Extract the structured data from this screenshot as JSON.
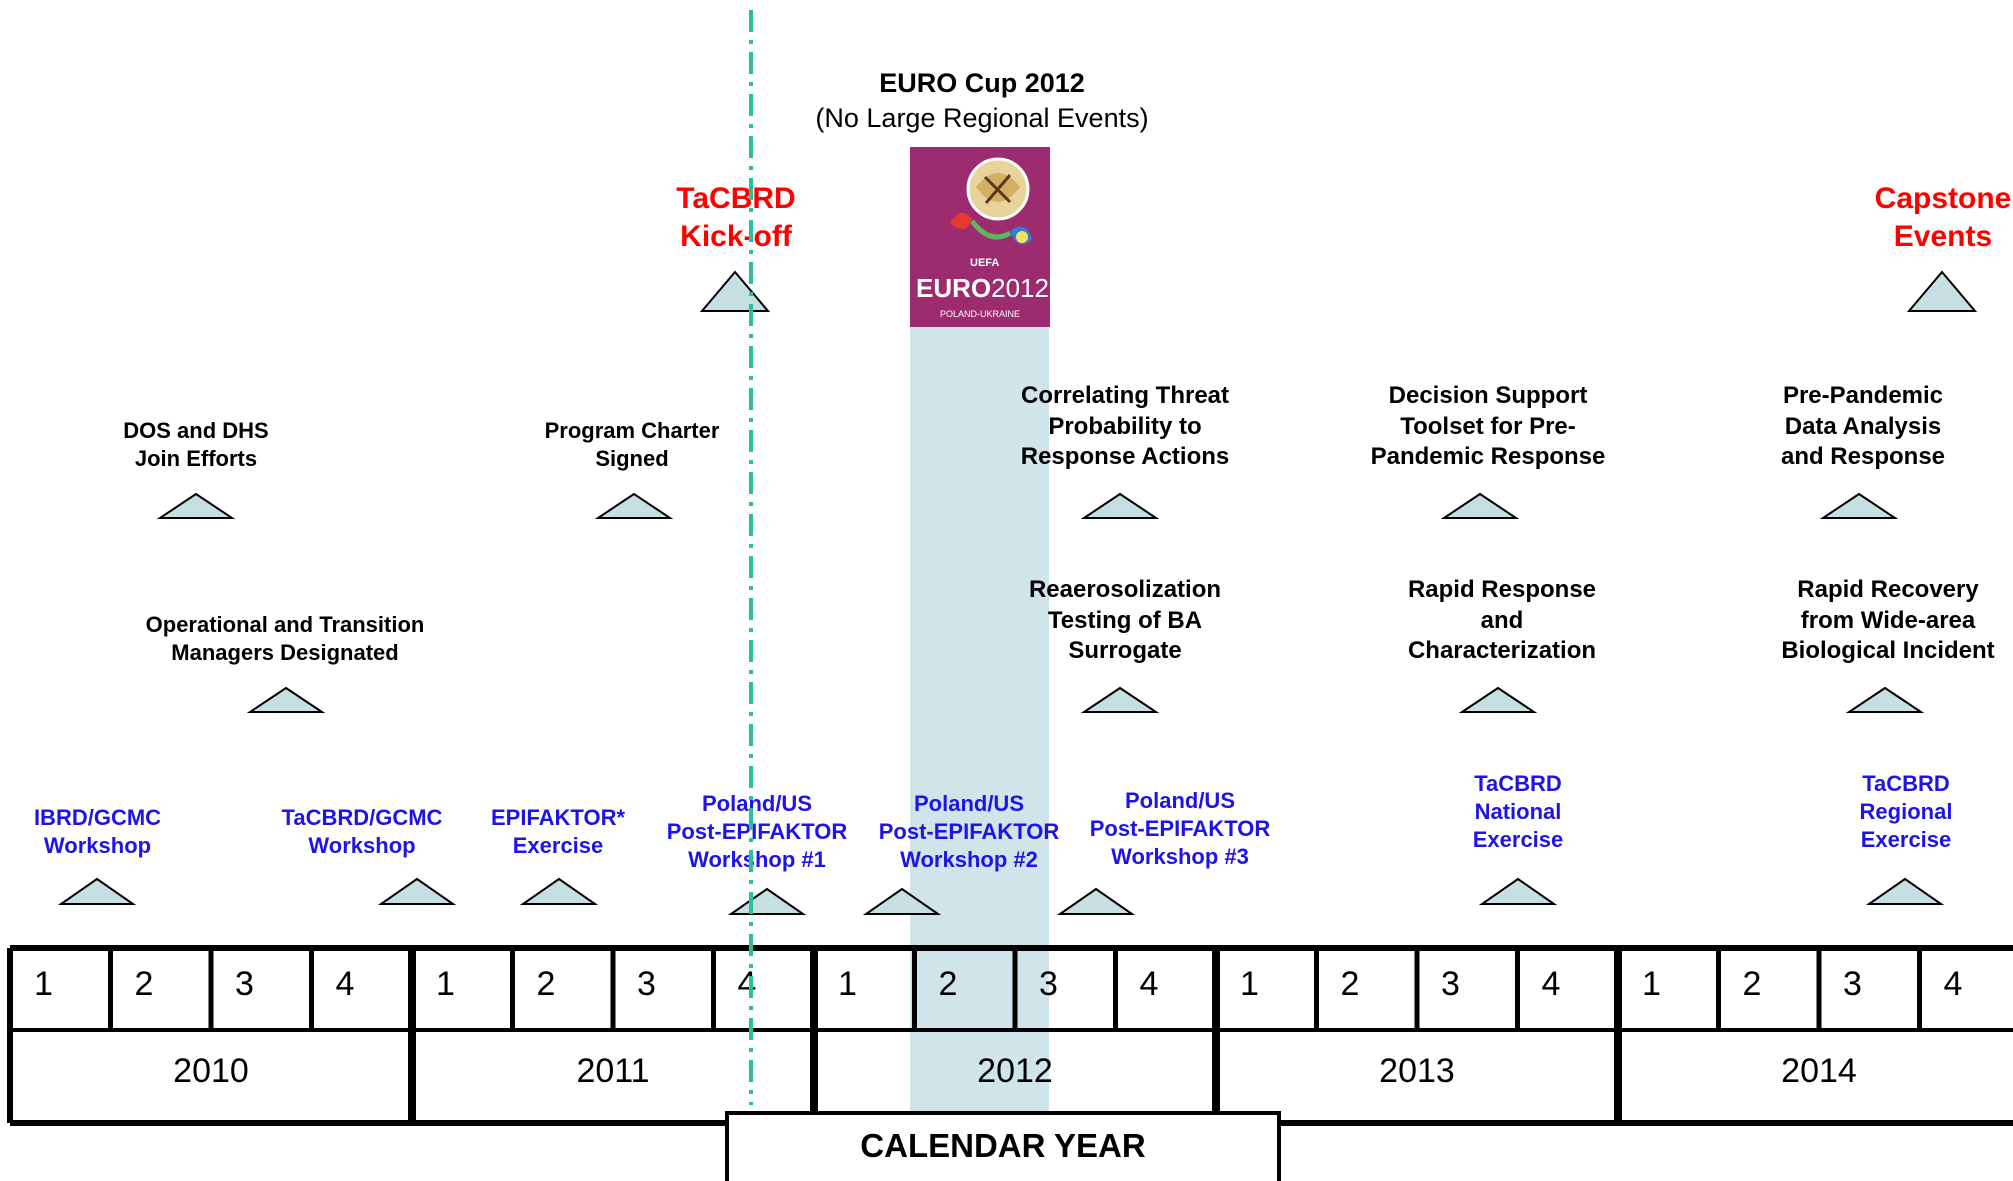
{
  "header": {
    "euro_title": "EURO Cup 2012",
    "euro_subtitle": "(No Large Regional Events)"
  },
  "euro_logo": {
    "brand": "EURO",
    "year": "2012",
    "org": "UEFA",
    "host": "POLAND-UKRAINE",
    "background_color": "#9c2c6f",
    "band_color": "#cfe5ea"
  },
  "milestones": {
    "kickoff": "TaCBRD\nKick-off",
    "capstone": "Capstone\nEvents",
    "dos_dhs": "DOS and DHS\nJoin Efforts",
    "program_charter": "Program Charter\nSigned",
    "managers": "Operational and Transition\nManagers Designated",
    "correlating": "Correlating Threat\nProbability to\nResponse Actions",
    "decision_support": "Decision Support\nToolset for Pre-\nPandemic Response",
    "pre_pandemic": "Pre-Pandemic\nData Analysis\nand Response",
    "reaerosolization": "Reaerosolization\nTesting of BA\nSurrogate",
    "rapid_response": "Rapid Response\nand\nCharacterization",
    "rapid_recovery": "Rapid Recovery\nfrom Wide-area\nBiological Incident"
  },
  "events": {
    "ibrd": "IBRD/GCMC\nWorkshop",
    "tacbrd_gcmc": "TaCBRD/GCMC\nWorkshop",
    "epifaktor": "EPIFAKTOR*\nExercise",
    "ws1": "Poland/US\nPost-EPIFAKTOR\nWorkshop #1",
    "ws2": "Poland/US\nPost-EPIFAKTOR\nWorkshop #2",
    "ws3": "Poland/US\nPost-EPIFAKTOR\nWorkshop #3",
    "national": "TaCBRD\nNational\nExercise",
    "regional": "TaCBRD\nRegional\nExercise"
  },
  "timeline": {
    "quarters": [
      "1",
      "2",
      "3",
      "4",
      "1",
      "2",
      "3",
      "4",
      "1",
      "2",
      "3",
      "4",
      "1",
      "2",
      "3",
      "4",
      "1",
      "2",
      "3",
      "4"
    ],
    "years": [
      "2010",
      "2011",
      "2012",
      "2013",
      "2014"
    ],
    "axis_label": "CALENDAR YEAR"
  },
  "colors": {
    "triangle_fill": "#c5dfe3",
    "blue_text": "#1f14e8",
    "red_text": "#ff0000",
    "dashed_line": "#2bbf9a"
  }
}
